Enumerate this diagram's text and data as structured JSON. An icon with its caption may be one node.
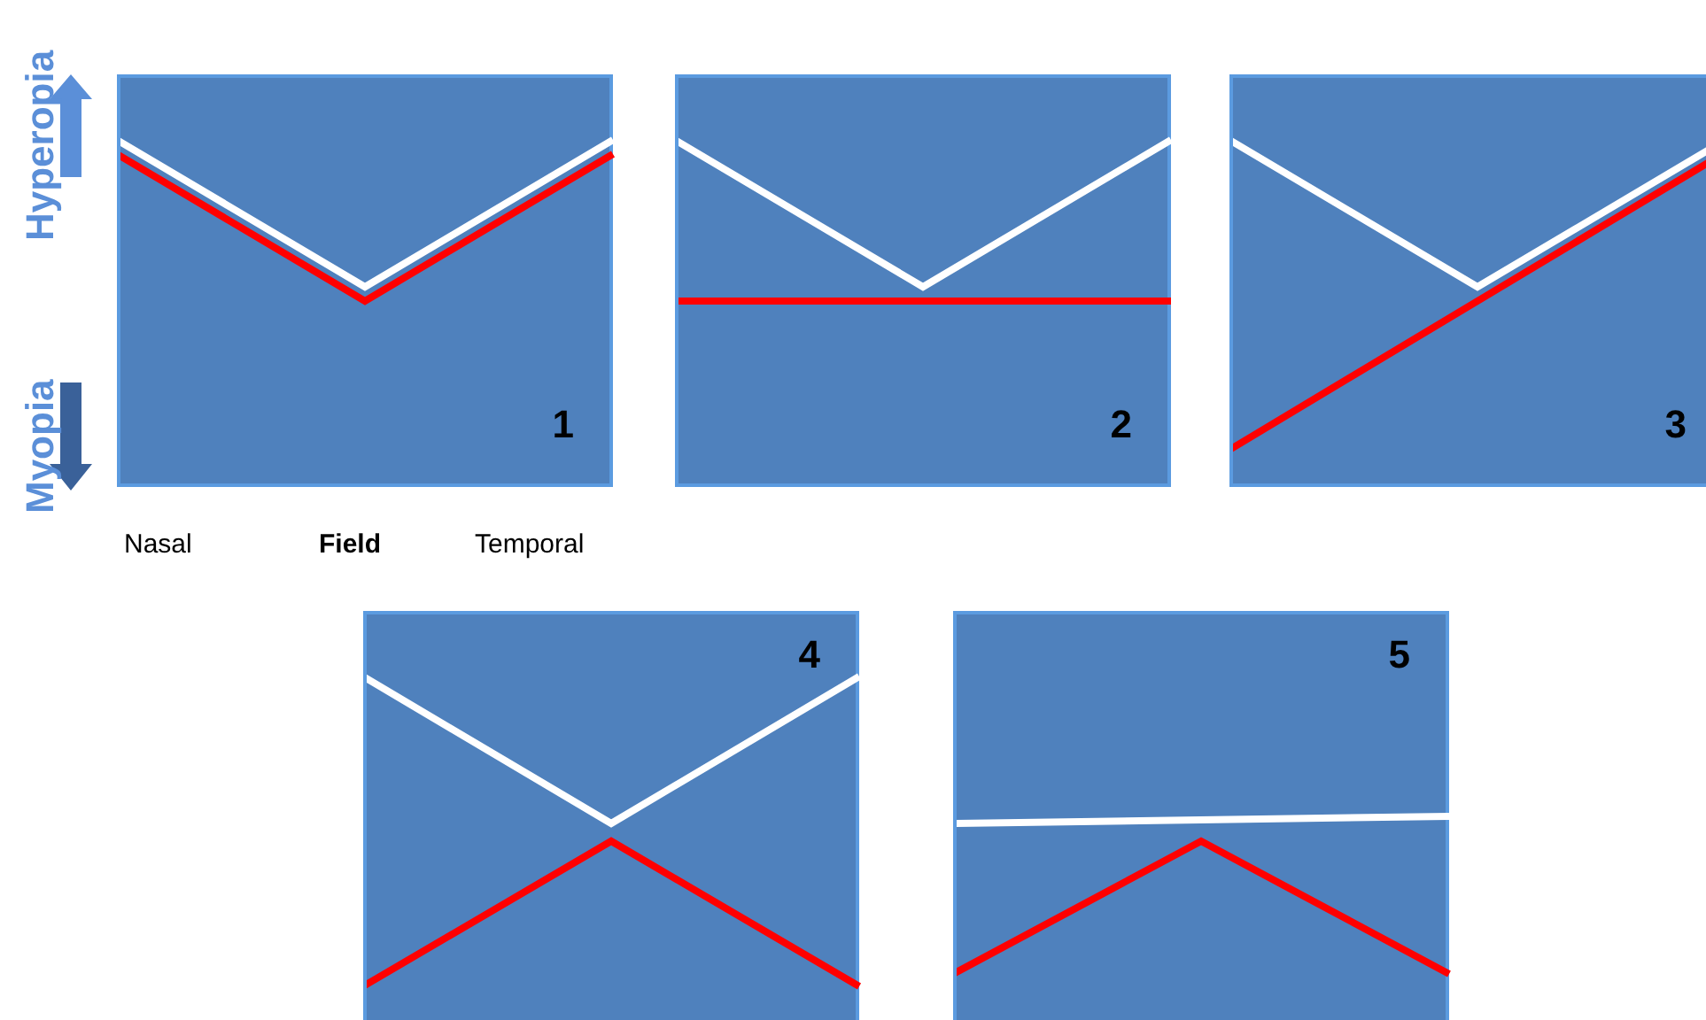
{
  "diagram": {
    "nodes": [
      {
        "text": [
          "1"
        ]
      },
      {
        "text": [
          "2"
        ]
      },
      {
        "text": [
          "3"
        ]
      },
      {
        "text": [
          "4"
        ]
      },
      {
        "text": [
          "5"
        ]
      }
    ],
    "labels": [
      "Hyperopia",
      "Myopia",
      "Nasal",
      "Field",
      "Temporal"
    ]
  }
}
